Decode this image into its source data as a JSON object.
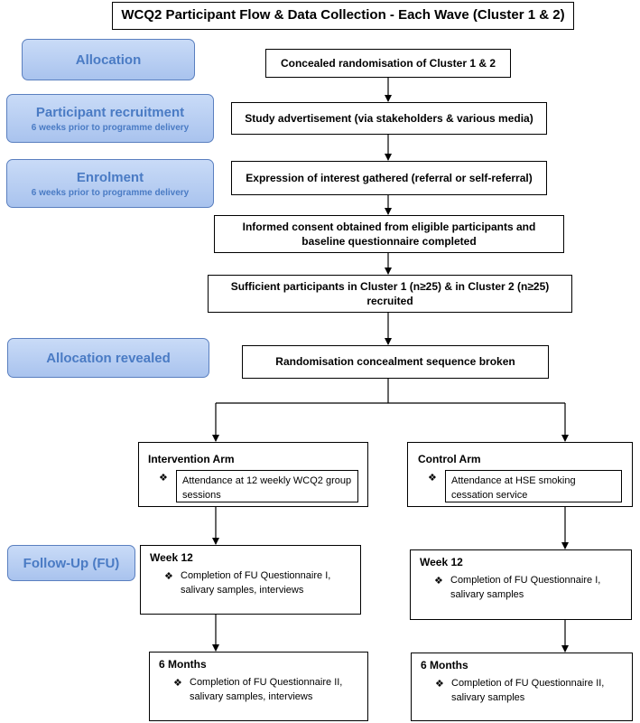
{
  "title": "WCQ2 Participant Flow & Data Collection - Each Wave (Cluster 1 & 2)",
  "stages": {
    "allocation": {
      "label": "Allocation"
    },
    "recruitment": {
      "label": "Participant recruitment",
      "sub": "6 weeks prior to programme delivery"
    },
    "enrolment": {
      "label": "Enrolment",
      "sub": "6 weeks prior to programme delivery"
    },
    "revealed": {
      "label": "Allocation revealed"
    },
    "followup": {
      "label": "Follow-Up (FU)"
    }
  },
  "steps": {
    "randomisation": "Concealed randomisation of Cluster 1 & 2",
    "advertisement": "Study advertisement (via stakeholders & various media)",
    "interest": "Expression of interest gathered (referral or self-referral)",
    "consent": "Informed consent obtained from eligible participants and baseline questionnaire completed",
    "sufficient": "Sufficient participants in Cluster 1 (n≥25) & in Cluster 2 (n≥25) recruited",
    "broken": "Randomisation concealment sequence broken"
  },
  "bullet_glyph": "❖",
  "intervention": {
    "title": "Intervention  Arm",
    "attendance": "Attendance at 12 weekly WCQ2 group sessions",
    "week12": {
      "title": "Week 12",
      "text": "Completion of FU Questionnaire I, salivary samples, interviews"
    },
    "month6": {
      "title": "6 Months",
      "text": "Completion of FU Questionnaire II, salivary samples, interviews"
    }
  },
  "control": {
    "title": "Control Arm",
    "attendance": "Attendance at HSE smoking cessation service",
    "week12": {
      "title": "Week 12",
      "text": "Completion of FU Questionnaire I, salivary samples"
    },
    "month6": {
      "title": "6 Months",
      "text": "Completion of FU Questionnaire II, salivary samples"
    }
  }
}
